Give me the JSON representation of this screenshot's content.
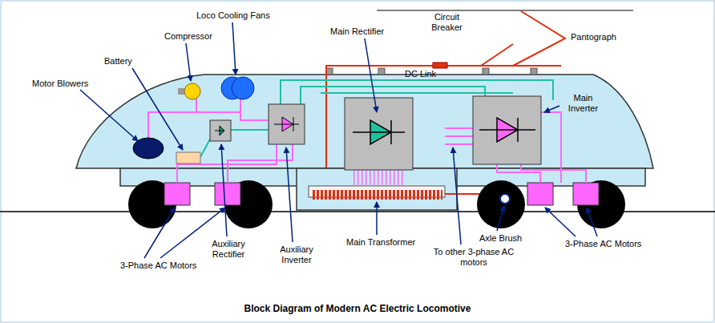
{
  "diagram": {
    "title": "Block Diagram of Modern AC Electric Locomotive",
    "labels": [
      "Circuit Breaker",
      "Loco Cooling Fans",
      "Main Rectifier",
      "Pantograph",
      "Compressor",
      "Battery",
      "DC Link",
      "Motor Blowers",
      "Main Inverter",
      "Axle Brush",
      "3-Phase AC Motors",
      "Auxiliary Rectifier",
      "Main Transformer",
      "Auxiliary Inverter",
      "To other 3-phase AC motors",
      "3-Phase AC Motors"
    ]
  }
}
